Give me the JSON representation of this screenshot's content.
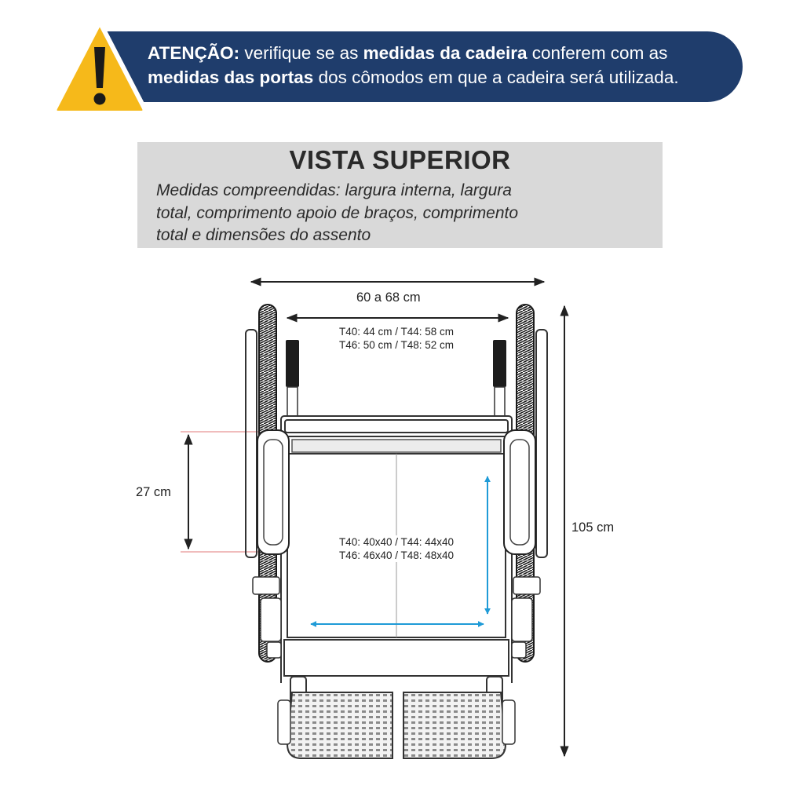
{
  "banner": {
    "prefix": "ATENÇÃO:",
    "part1": " verifique se as ",
    "bold1": "medidas da cadeira",
    "part2": " conferem com as",
    "bold2": "medidas das portas",
    "part3": " dos cômodos em que a cadeira será utilizada."
  },
  "panel": {
    "title": "VISTA SUPERIOR",
    "desc_line1": "Medidas compreendidas: largura interna, largura",
    "desc_line2": "total, comprimento apoio de braços, comprimento",
    "desc_line3": "total e dimensões do assento"
  },
  "dimensions": {
    "total_width": "60 a 68 cm",
    "internal_width_line1": "T40: 44 cm / T44: 58 cm",
    "internal_width_line2": "T46: 50 cm / T48: 52 cm",
    "armrest_length": "27 cm",
    "total_length": "105 cm",
    "seat_line1": "T40: 40x40 / T44: 44x40",
    "seat_line2": "T46: 46x40 / T48: 48x40"
  },
  "colors": {
    "banner": "#1f3d6c",
    "warning": "#f6b91a",
    "panel": "#d9d9d9",
    "seat_arrow": "#1f9bd7",
    "guide_line": "#e07a7a"
  },
  "icons": [
    "warning-icon"
  ]
}
